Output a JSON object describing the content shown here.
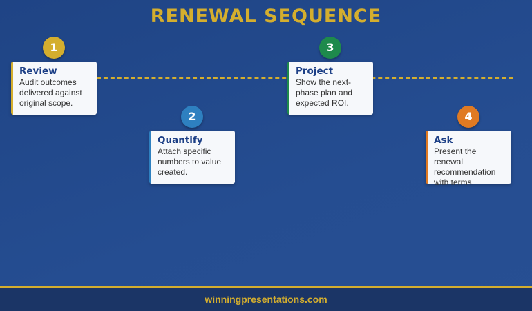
{
  "title": "RENEWAL SEQUENCE",
  "steps": [
    {
      "number": "1",
      "title": "Review",
      "text": "Audit outcomes delivered against original scope.",
      "color": "#d4ae2e"
    },
    {
      "number": "2",
      "title": "Quantify",
      "text": "Attach specific numbers to value created.",
      "color": "#2e80c0"
    },
    {
      "number": "3",
      "title": "Project",
      "text": "Show the next-phase plan and expected ROI.",
      "color": "#1e8a4c"
    },
    {
      "number": "4",
      "title": "Ask",
      "text": "Present the renewal recommendation with terms.",
      "color": "#e07a22"
    }
  ],
  "footer": "winningpresentations.com"
}
